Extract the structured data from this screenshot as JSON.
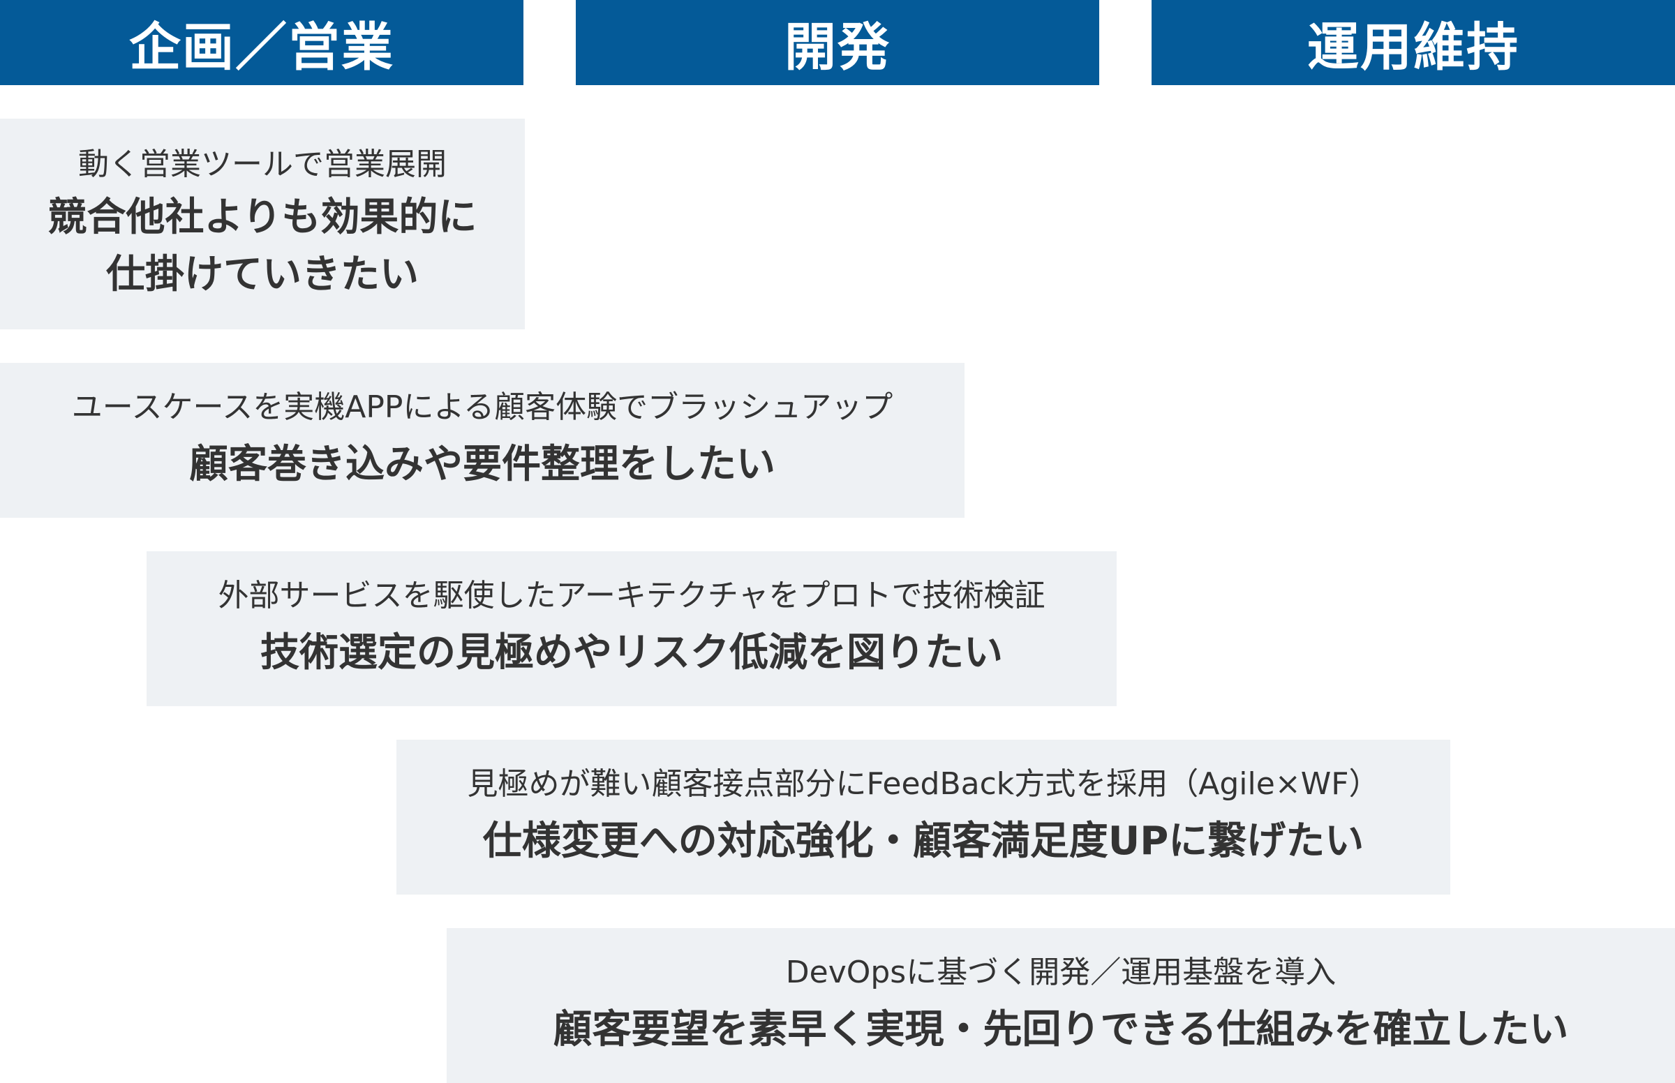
{
  "phases": [
    {
      "label": "企画／営業"
    },
    {
      "label": "開発"
    },
    {
      "label": "運用維持"
    }
  ],
  "colors": {
    "header_bg": "#045a98",
    "header_text": "#ffffff",
    "box_bg": "#eef1f4",
    "box_text": "#333333"
  },
  "items": [
    {
      "sub": "動く営業ツールで営業展開",
      "main_lines": [
        "競合他社よりも効果的に",
        "仕掛けていきたい"
      ]
    },
    {
      "sub": "ユースケースを実機APPによる顧客体験でブラッシュアップ",
      "main_lines": [
        "顧客巻き込みや要件整理をしたい"
      ]
    },
    {
      "sub": "外部サービスを駆使したアーキテクチャをプロトで技術検証",
      "main_lines": [
        "技術選定の見極めやリスク低減を図りたい"
      ]
    },
    {
      "sub": "見極めが難い顧客接点部分にFeedBack方式を採用（Agile×WF）",
      "main_lines": [
        "仕様変更への対応強化・顧客満足度UPに繋げたい"
      ]
    },
    {
      "sub": "DevOpsに基づく開発／運用基盤を導入",
      "main_lines": [
        "顧客要望を素早く実現・先回りできる仕組みを確立したい"
      ]
    }
  ]
}
